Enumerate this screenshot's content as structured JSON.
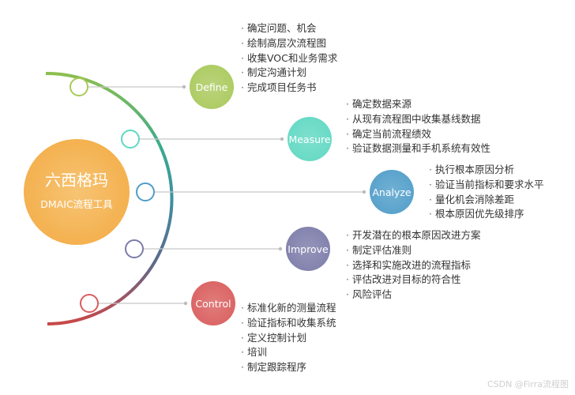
{
  "center": {
    "title": "六西格玛",
    "subtitle": "DMAIC流程工具"
  },
  "stages": [
    {
      "label": "Define",
      "color": "#a9c95b",
      "items": [
        "确定问题、机会",
        "绘制高层次流程图",
        "收集VOC和业务需求",
        "制定沟通计划",
        "完成项目任务书"
      ]
    },
    {
      "label": "Measure",
      "color": "#5fd8c2",
      "items": [
        "确定数据来源",
        "从现有流程图中收集基线数据",
        "确定当前流程绩效",
        "验证数据测量和手机系统有效性"
      ]
    },
    {
      "label": "Analyze",
      "color": "#4f9dc9",
      "items": [
        "执行根本原因分析",
        "验证当前指标和要求水平",
        "量化机会消除差距",
        "根本原因优先级排序"
      ]
    },
    {
      "label": "Improve",
      "color": "#7b7ba9",
      "items": [
        "开发潜在的根本原因改进方案",
        "制定评估准则",
        "选择和实施改进的流程指标",
        "评估改进对目标的符合性",
        "风险评估"
      ]
    },
    {
      "label": "Control",
      "color": "#d95c5c",
      "items": [
        "标准化新的测量流程",
        "验证指标和收集系统",
        "定义控制计划",
        "培训",
        "制定跟踪程序"
      ]
    }
  ],
  "watermark": "CSDN @Firra流程图"
}
